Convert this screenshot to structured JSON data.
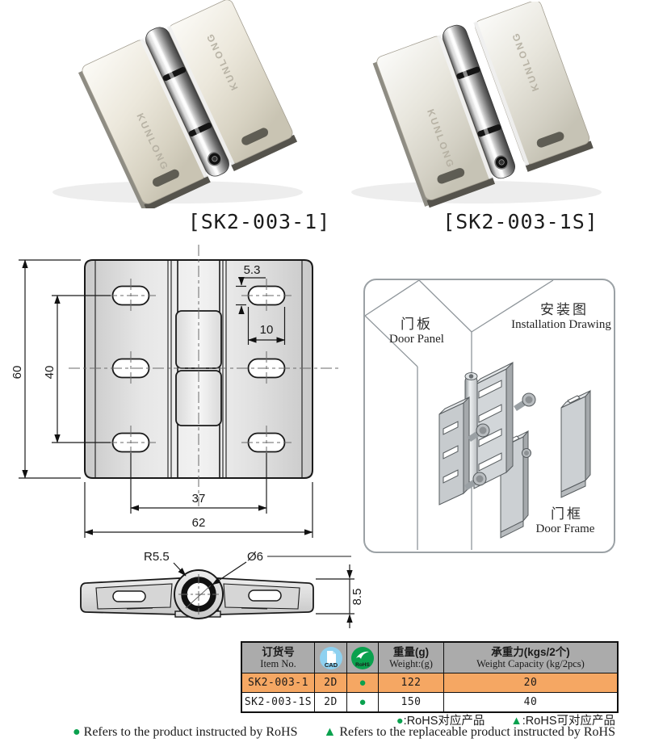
{
  "brand": "KUNLONG",
  "products": [
    {
      "label": "[SK2-003-1]"
    },
    {
      "label": "[SK2-003-1S]"
    }
  ],
  "front_view": {
    "height": "60",
    "hole_pitch_v": "40",
    "slot_height": "5.3",
    "slot_width": "10",
    "hole_pitch_h": "37",
    "width": "62"
  },
  "side_view": {
    "knuckle_radius": "R5.5",
    "pin_hole": "Ø6",
    "thickness": "8.5"
  },
  "installation": {
    "title_cn": "安装图",
    "title_en": "Installation Drawing",
    "door_panel_cn": "门板",
    "door_panel_en": "Door Panel",
    "door_frame_cn": "门框",
    "door_frame_en": "Door Frame"
  },
  "table": {
    "headers": {
      "item_cn": "订货号",
      "item_en": "Item No.",
      "cad_label": "CAD",
      "rohs_label": "RoHS",
      "weight_cn": "重量(g)",
      "weight_en": "Weight:(g)",
      "capacity_cn": "承重力(kgs/2个)",
      "capacity_en": "Weight Capacity (kg/2pcs)"
    },
    "rows": [
      {
        "item": "SK2-003-1",
        "cad": "2D",
        "rohs": "●",
        "weight": "122",
        "capacity": "20"
      },
      {
        "item": "SK2-003-1S",
        "cad": "2D",
        "rohs": "●",
        "weight": "150",
        "capacity": "40"
      }
    ]
  },
  "footnotes": {
    "cn_dot_symbol": "●",
    "cn_dot_text": ":RoHS对应产品",
    "cn_tri_symbol": "▲",
    "cn_tri_text": ":RoHS可对应产品",
    "en_dot_symbol": "●",
    "en_dot_text": "Refers to the product instructed by RoHS",
    "en_tri_symbol": "▲",
    "en_tri_text": "Refers to the replaceable product instructed by RoHS"
  },
  "colors": {
    "highlight_orange": "#f5a763",
    "header_gray": "#ababab",
    "rohs_green": "#0aa14e",
    "cad_blue": "#8ed1f0"
  }
}
